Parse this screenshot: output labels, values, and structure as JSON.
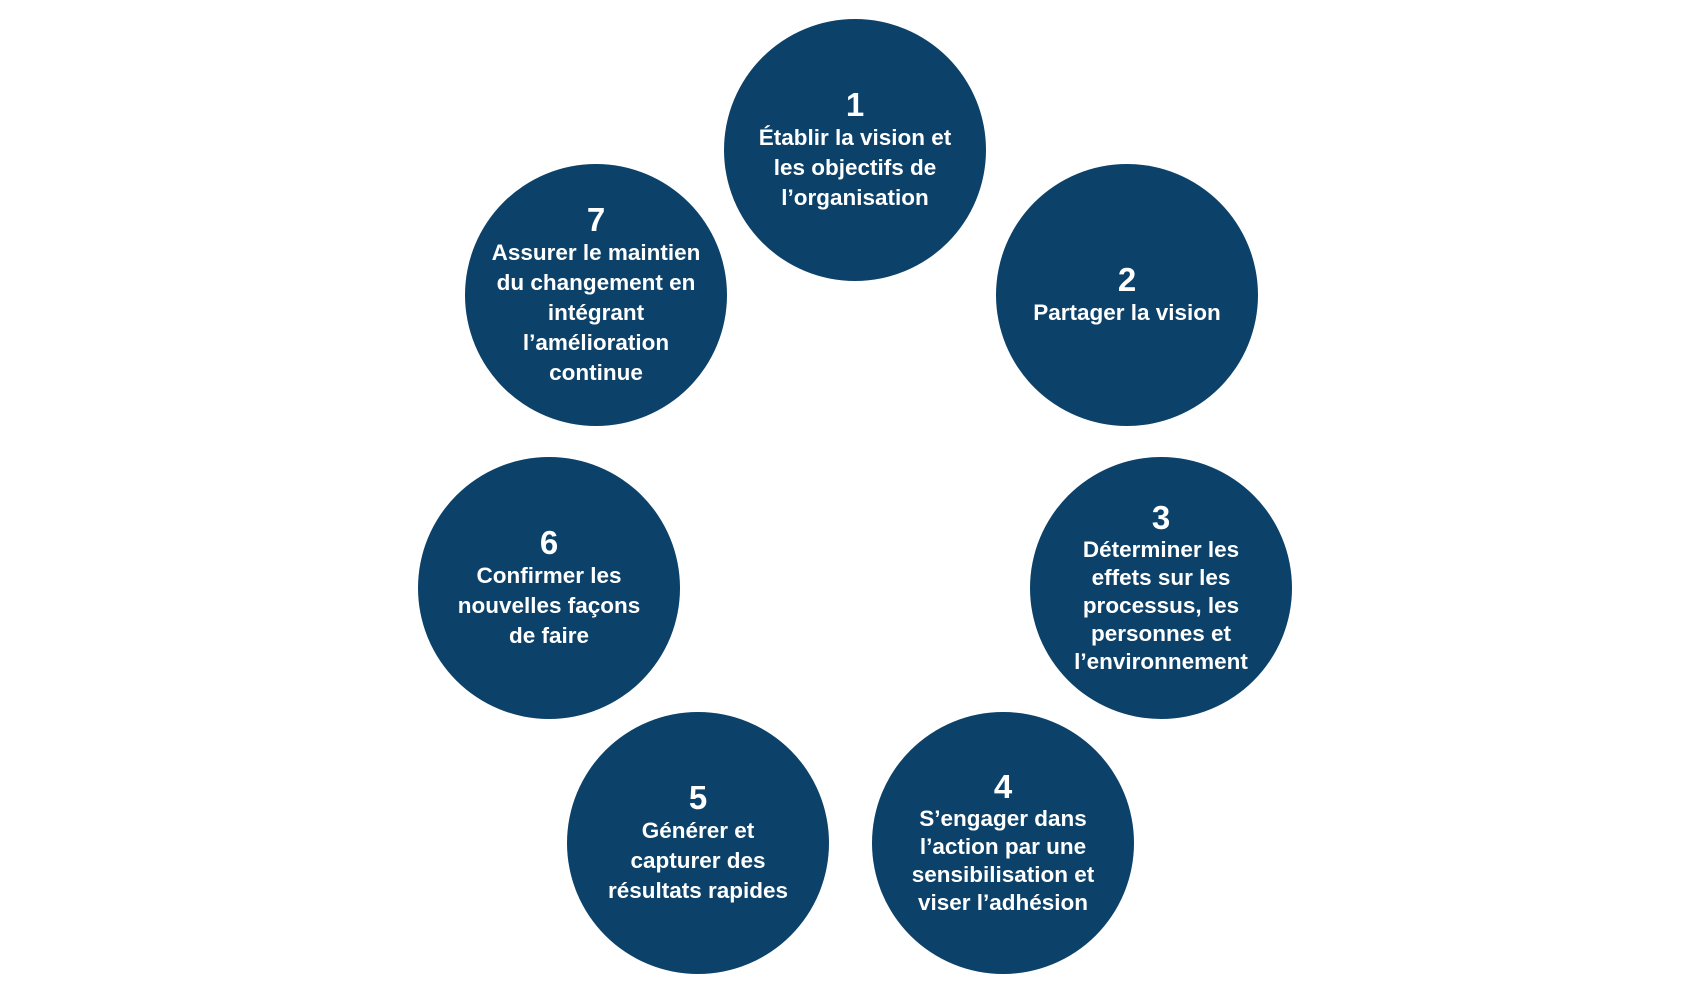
{
  "steps": [
    {
      "number": "1",
      "lines": [
        "Établir la vision et",
        "les objectifs de",
        "l’organisation"
      ]
    },
    {
      "number": "2",
      "lines": [
        "Partager la vision"
      ]
    },
    {
      "number": "3",
      "lines": [
        "Déterminer les",
        "effets sur les",
        "processus, les",
        "personnes et",
        "l’environnement"
      ]
    },
    {
      "number": "4",
      "lines": [
        "S’engager dans",
        "l’action par une",
        "sensibilisation et",
        "viser l’adhésion"
      ]
    },
    {
      "number": "5",
      "lines": [
        "Générer et",
        "capturer des",
        "résultats rapides"
      ]
    },
    {
      "number": "6",
      "lines": [
        "Confirmer les",
        "nouvelles façons",
        "de faire"
      ]
    },
    {
      "number": "7",
      "lines": [
        "Assurer le maintien",
        "du changement en",
        "intégrant",
        "l’amélioration",
        "continue"
      ]
    }
  ],
  "colors": {
    "circle": "#0c4169",
    "text": "#ffffff"
  }
}
